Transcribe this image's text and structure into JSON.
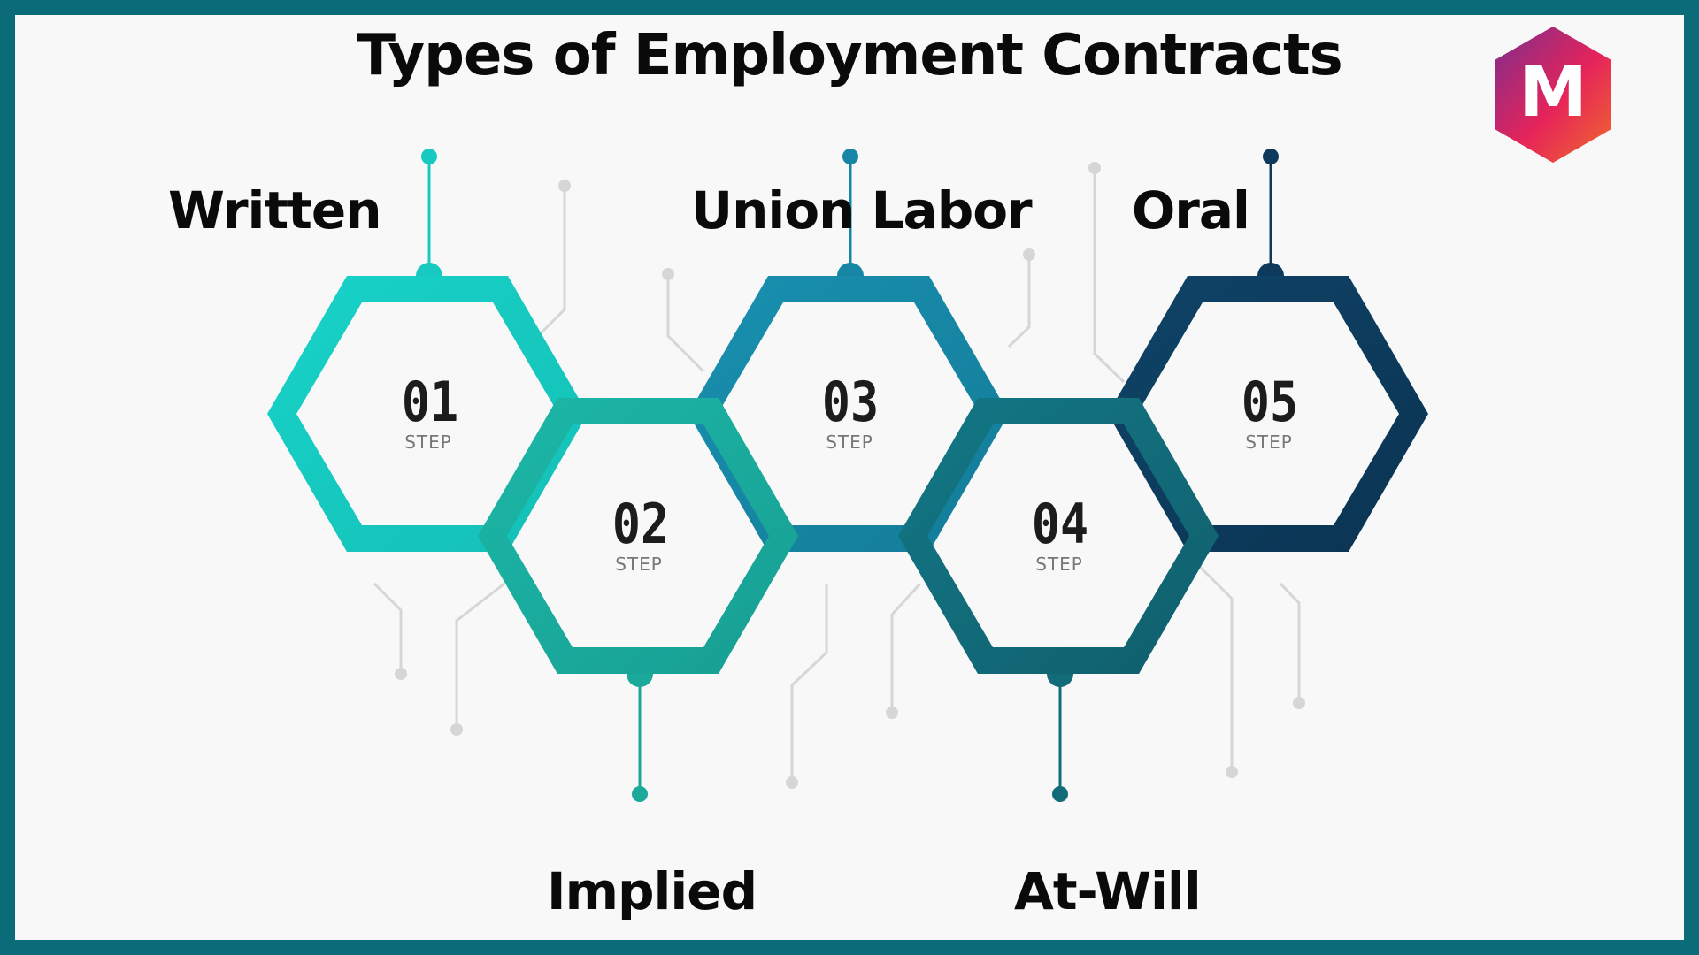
{
  "title": "Types of Employment Contracts",
  "logo": {
    "letter": "M",
    "colors": [
      "#7b2d8e",
      "#e6245a",
      "#f06a2a"
    ]
  },
  "steps": [
    {
      "number": "01",
      "step_label": "STEP",
      "name": "Written",
      "color": "#17c9c0"
    },
    {
      "number": "02",
      "step_label": "STEP",
      "name": "Implied",
      "color": "#1aa99a"
    },
    {
      "number": "03",
      "step_label": "STEP",
      "name": "Union Labor",
      "color": "#1686a4"
    },
    {
      "number": "04",
      "step_label": "STEP",
      "name": "At-Will",
      "color": "#126b78"
    },
    {
      "number": "05",
      "step_label": "STEP",
      "name": "Oral",
      "color": "#0d3a5c"
    }
  ],
  "frame_color": "#0b6b78"
}
